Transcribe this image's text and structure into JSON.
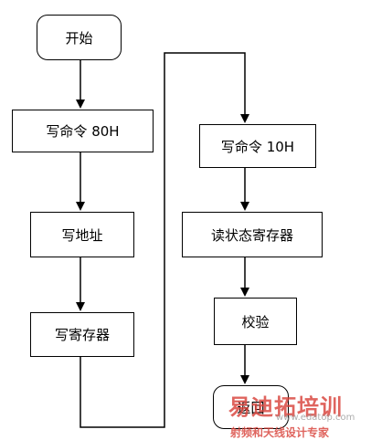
{
  "nodes": {
    "start": "开始",
    "write_cmd_80h": "写命令 80H",
    "write_address": "写地址",
    "write_register": "写寄存器",
    "write_cmd_10h": "写命令 10H",
    "read_status_register": "读状态寄存器",
    "verify": "校验",
    "return": "返回"
  },
  "watermark": {
    "brand": "易迪拓培训",
    "url": "www.edatop.com",
    "tagline": "射频和天线设计专家"
  },
  "colors": {
    "line": "#000000",
    "watermark": "#d9433b"
  }
}
